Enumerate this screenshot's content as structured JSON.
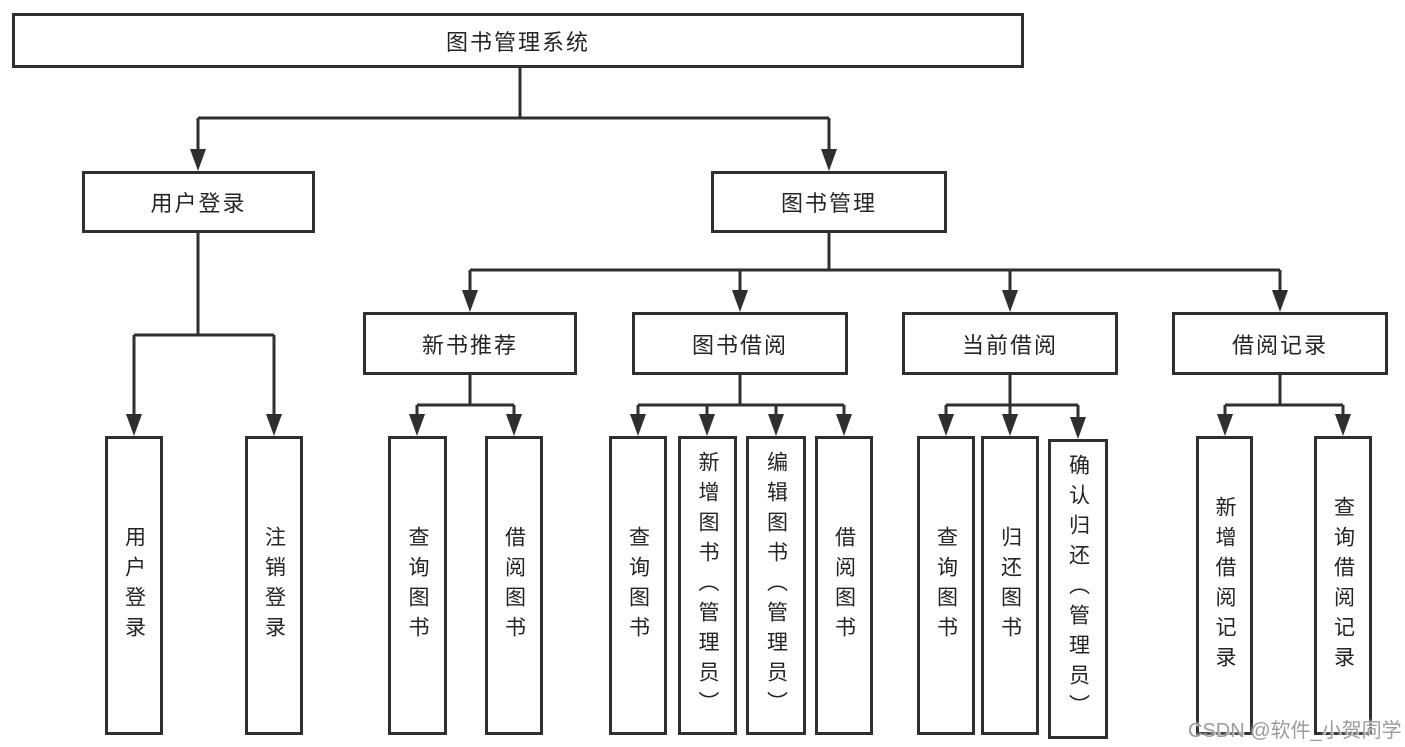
{
  "diagram": {
    "tree": {
      "label": "图书管理系统",
      "children": [
        {
          "label": "用户登录",
          "children": [
            {
              "label": "用户登录"
            },
            {
              "label": "注销登录"
            }
          ]
        },
        {
          "label": "图书管理",
          "children": [
            {
              "label": "新书推荐",
              "children": [
                {
                  "label": "查询图书"
                },
                {
                  "label": "借阅图书"
                }
              ]
            },
            {
              "label": "图书借阅",
              "children": [
                {
                  "label": "查询图书"
                },
                {
                  "label": "新增图书（管理员）"
                },
                {
                  "label": "编辑图书（管理员）"
                },
                {
                  "label": "借阅图书"
                }
              ]
            },
            {
              "label": "当前借阅",
              "children": [
                {
                  "label": "查询图书"
                },
                {
                  "label": "归还图书"
                },
                {
                  "label": "确认归还（管理员）"
                }
              ]
            },
            {
              "label": "借阅记录",
              "children": [
                {
                  "label": "新增借阅记录"
                },
                {
                  "label": "查询借阅记录"
                }
              ]
            }
          ]
        }
      ]
    },
    "watermark": "CSDN @软件_小贺同学",
    "colors": {
      "line": "#2f2f2f",
      "box_background": "#ffffff",
      "text": "#242424",
      "watermark": "#9c9c9c"
    }
  }
}
